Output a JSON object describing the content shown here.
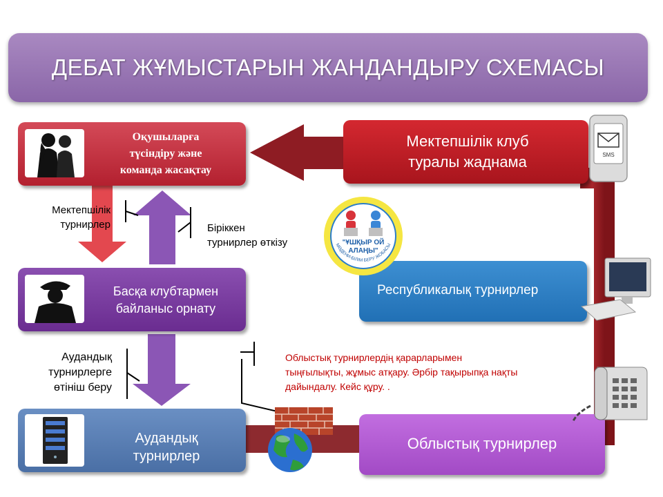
{
  "title": "ДЕБАТ ЖҰМЫСТАРЫН ЖАНДАНДЫРУ СХЕМАСЫ",
  "boxes": {
    "explain": [
      "Оқушыларға",
      "түсіндіру және",
      "команда жасақтау"
    ],
    "clubs": [
      "Басқа клубтармен",
      "байланыс орнату"
    ],
    "district": [
      "Аудандық",
      "турнирлер"
    ],
    "announcement": [
      "Мектепшілік клуб",
      "туралы жаднама"
    ],
    "republic": "Республикалық турнирлер",
    "regional": "Облыстық турнирлер"
  },
  "notes": {
    "school_tournaments": [
      "Мектепшілік",
      "турнирлер"
    ],
    "joint_tournaments": [
      "Біріккен",
      "турнирлер өткізу"
    ],
    "district_application": [
      "Аудандық",
      "турнирлерге",
      "өтініш беру"
    ],
    "regional_decisions": [
      "Облыстық турнирлердің қарарларымен",
      "тыңғылықты, жұмыс атқару. Әрбір тақырыпқа нақты",
      "дайындалу. Кейс құру. ."
    ]
  },
  "logo": {
    "top_text": "\"ҰШҚЫР ОЙ",
    "bottom_text": "АЛАҢЫ\"",
    "ring_text": "МӘДЕНИ-БІЛІМ БЕРУ ЖОБАСЫ"
  },
  "sms_label": "SMS",
  "colors": {
    "banner": "#9b79b5",
    "loop": "#9b1d22",
    "red_box": "#c0303e",
    "violet_box": "#7a3fa0",
    "blue_box": "#5b80b8",
    "republic_box": "#2d7fc4",
    "regional_box": "#b35bd6",
    "note_red": "#c00000"
  }
}
